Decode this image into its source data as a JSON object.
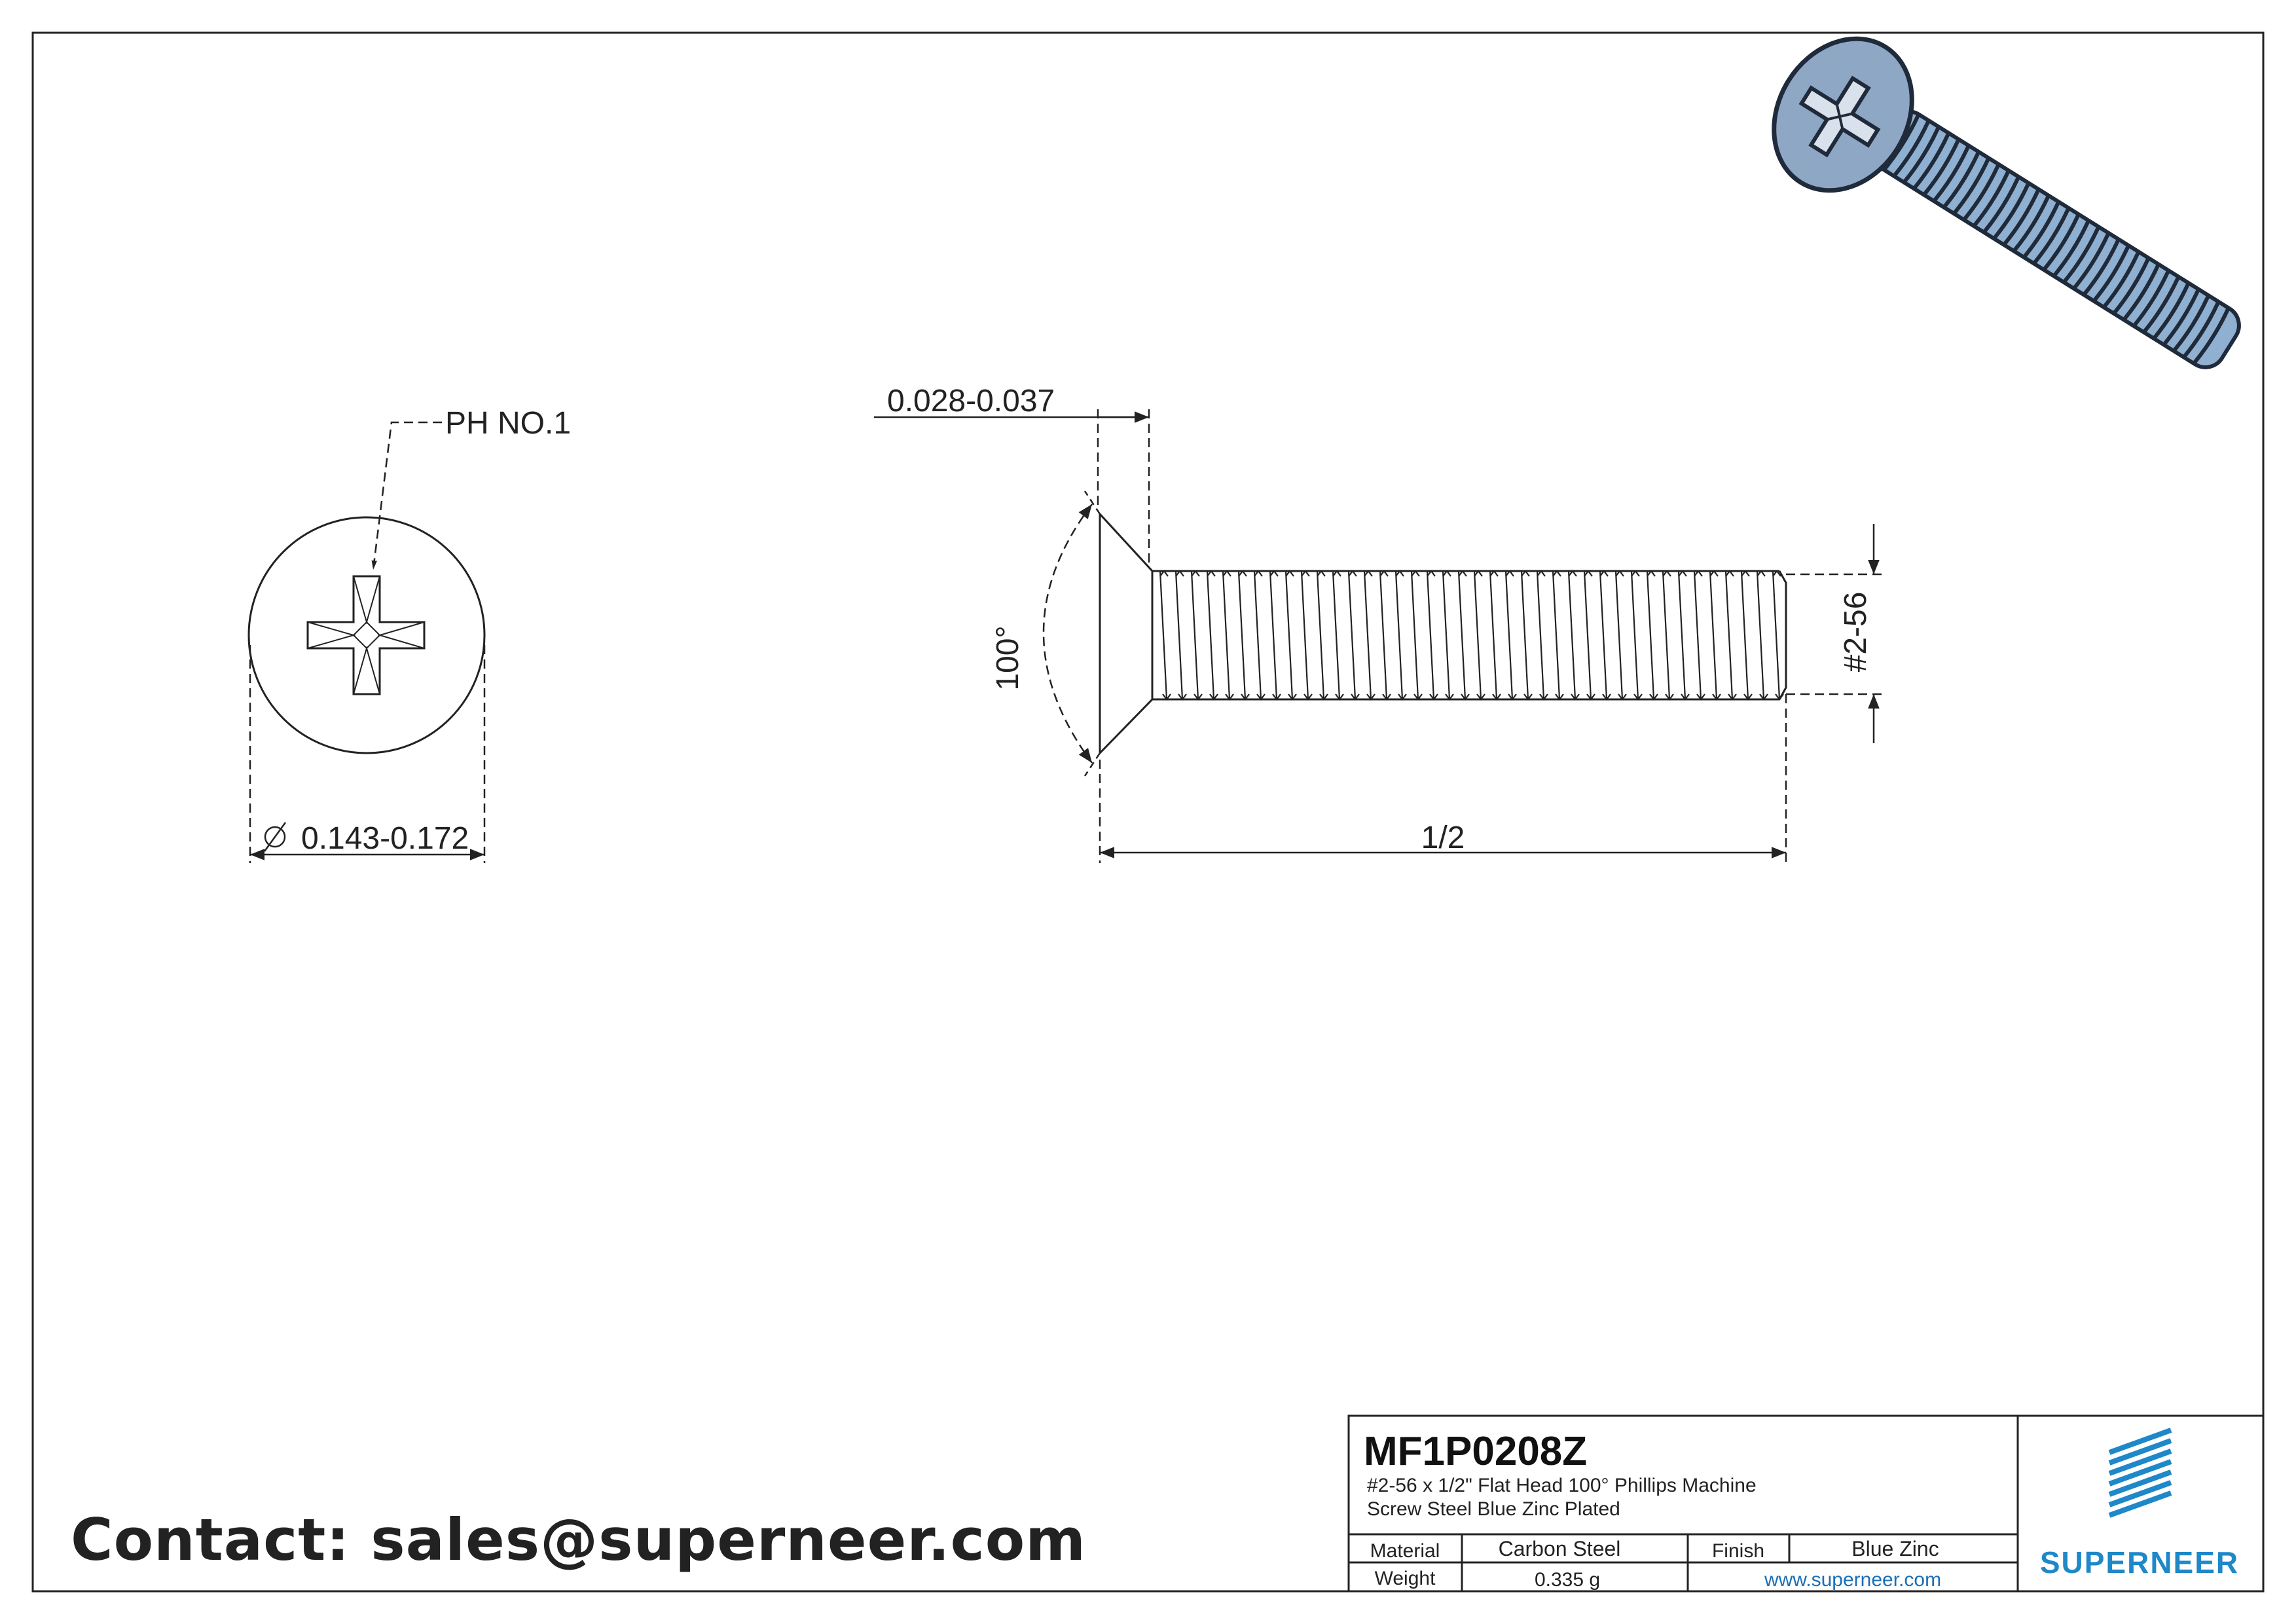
{
  "drawing": {
    "callout_drive": "PH NO.1",
    "dim_head_diameter": "0.143-0.172",
    "dim_head_height": "0.028-0.037",
    "dim_head_angle": "100°",
    "dim_length": "1/2",
    "dim_thread": "#2-56"
  },
  "title_block": {
    "part_number": "MF1P0208Z",
    "description_line1": "#2-56 x 1/2\" Flat Head 100° Phillips Machine",
    "description_line2": "Screw Steel Blue Zinc Plated",
    "material_label": "Material",
    "material_value": "Carbon Steel",
    "finish_label": "Finish",
    "finish_value": "Blue Zinc",
    "weight_label": "Weight",
    "weight_value": "0.335 g",
    "website": "www.superneer.com",
    "brand": "SUPERNEER"
  },
  "contact": "Contact: sales@superneer.com",
  "colors": {
    "line": "#222222",
    "brand_blue": "#1e88c8",
    "link_blue": "#1a6fb8",
    "screw_fill": "#9ab3cf"
  }
}
